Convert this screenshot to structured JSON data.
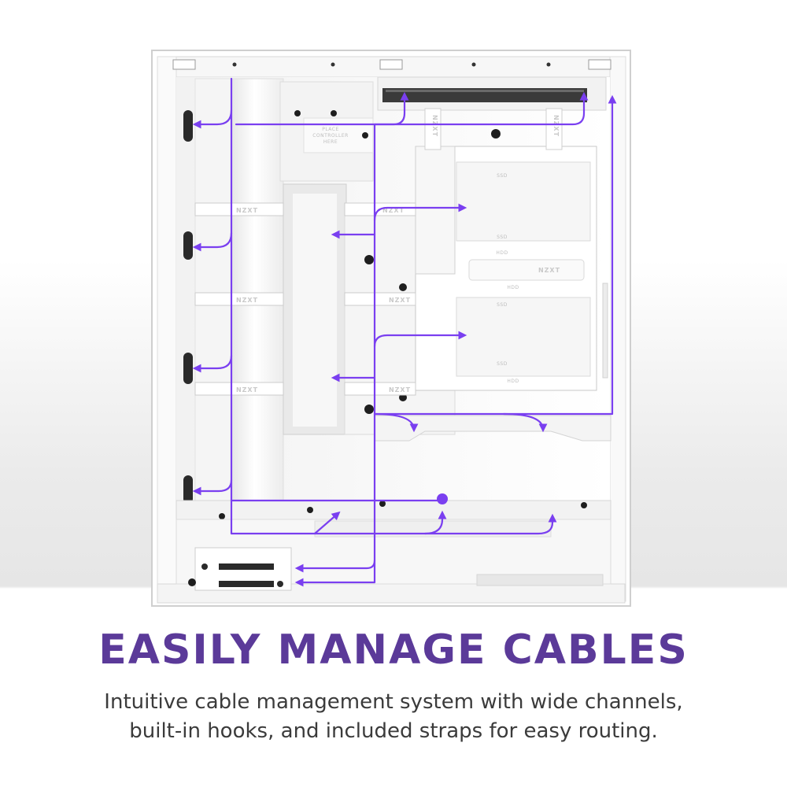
{
  "headline": "EASILY MANAGE CABLES",
  "subtext": {
    "line1": "Intuitive cable management system with wide channels,",
    "line2": "built-in hooks, and included straps for easy routing."
  },
  "strap_labels": [
    "NZXT",
    "NZXT",
    "NZXT",
    "NZXT",
    "NZXT",
    "NZXT",
    "NZXT",
    "NZXT"
  ],
  "controller_label": [
    "PLACE",
    "CONTROLLER",
    "HERE"
  ],
  "drive_labels": [
    "SSD",
    "SSD",
    "HDD",
    "HDD",
    "SSD",
    "SSD",
    "HDD"
  ],
  "case_logo": "NZXT",
  "colors": {
    "headline": "#5b3a99",
    "route_line": "#7a3ff0",
    "case_white": "#ffffff",
    "case_edge": "#cfcfcf"
  }
}
